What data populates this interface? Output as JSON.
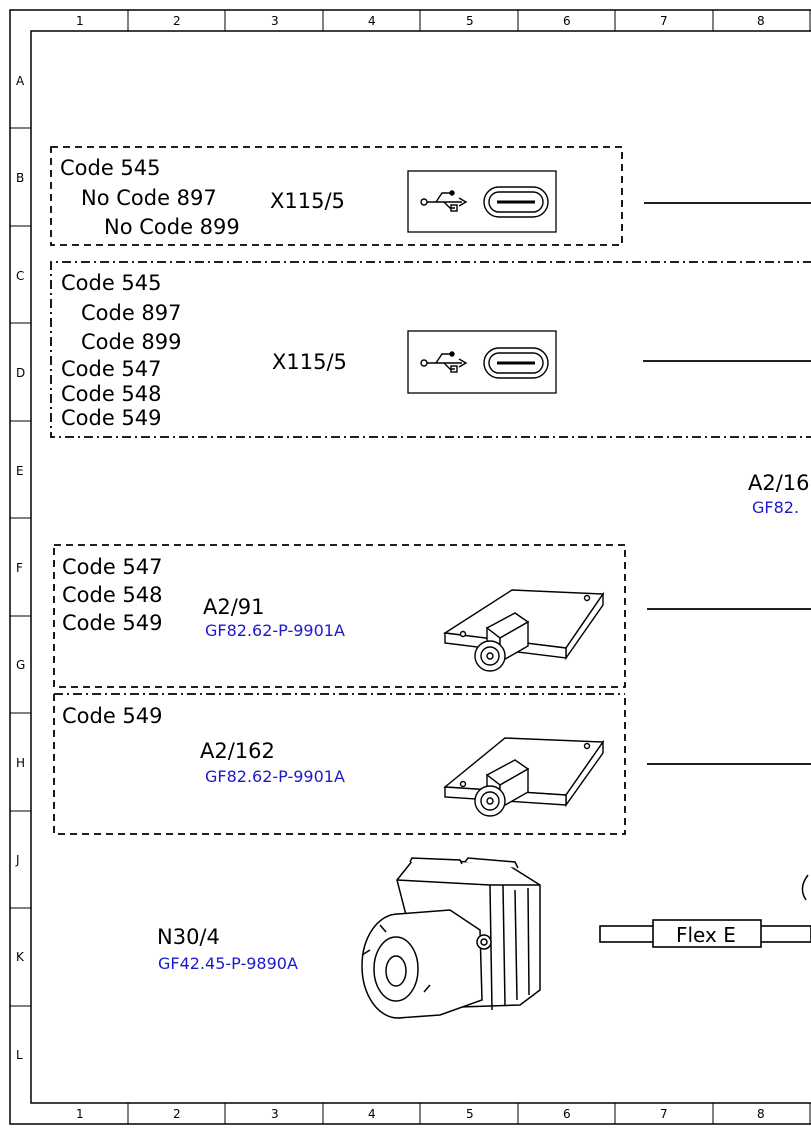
{
  "frame": {
    "columns": [
      "1",
      "2",
      "3",
      "4",
      "5",
      "6",
      "7",
      "8"
    ],
    "rows": [
      "A",
      "B",
      "C",
      "D",
      "E",
      "F",
      "G",
      "H",
      "J",
      "K",
      "L"
    ]
  },
  "groups": {
    "b": {
      "lines": [
        "Code 545",
        "No Code 897",
        "No Code 899"
      ],
      "connector": "X115/5"
    },
    "cd": {
      "lines": [
        "Code 545",
        "Code 897",
        "Code 899",
        "Code 547",
        "Code 548",
        "Code 549"
      ],
      "connector": "X115/5"
    },
    "fg": {
      "lines": [
        "Code 547",
        "Code 548",
        "Code 549"
      ],
      "component": "A2/91",
      "ref": "GF82.62-P-9901A"
    },
    "h": {
      "lines": [
        "Code 549"
      ],
      "component": "A2/162",
      "ref": "GF82.62-P-9901A"
    }
  },
  "e_label": {
    "component": "A2/16",
    "ref": "GF82."
  },
  "n30": {
    "component": "N30/4",
    "ref": "GF42.45-P-9890A"
  },
  "flex_label": "Flex E"
}
